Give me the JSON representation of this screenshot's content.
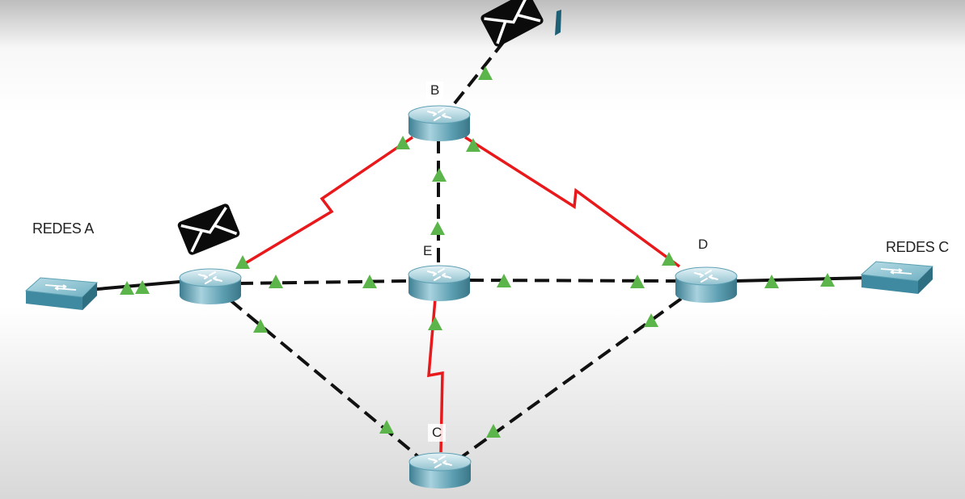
{
  "labels": {
    "redes_a": "REDES A",
    "redes_c": "REDES C",
    "router_b": "B",
    "router_e": "E",
    "router_d": "D",
    "router_c": "C"
  },
  "legend_colors": {
    "serial_link": "#e8181b",
    "ethernet_link": "#111111",
    "link_up_indicator": "#5cb54a",
    "router_body": "#5d9fb2",
    "switch_body": "#4f94a8"
  },
  "icons": [
    "router-icon",
    "switch-icon",
    "envelope-pdu-icon",
    "link-status-triangle-icon"
  ],
  "links": [
    {
      "from": "switch-a",
      "to": "router-a",
      "type": "ethernet"
    },
    {
      "from": "router-a",
      "to": "router-b",
      "type": "serial"
    },
    {
      "from": "router-a",
      "to": "router-e",
      "type": "ethernet-dashed"
    },
    {
      "from": "router-a",
      "to": "router-c",
      "type": "ethernet-dashed"
    },
    {
      "from": "router-b",
      "to": "router-e",
      "type": "ethernet-dashed"
    },
    {
      "from": "router-b",
      "to": "router-d",
      "type": "serial"
    },
    {
      "from": "router-b",
      "to": "external",
      "type": "ethernet-dashed"
    },
    {
      "from": "router-e",
      "to": "router-d",
      "type": "ethernet-dashed"
    },
    {
      "from": "router-e",
      "to": "router-c",
      "type": "serial"
    },
    {
      "from": "router-d",
      "to": "router-c",
      "type": "ethernet-dashed"
    },
    {
      "from": "router-d",
      "to": "switch-c",
      "type": "ethernet"
    }
  ]
}
